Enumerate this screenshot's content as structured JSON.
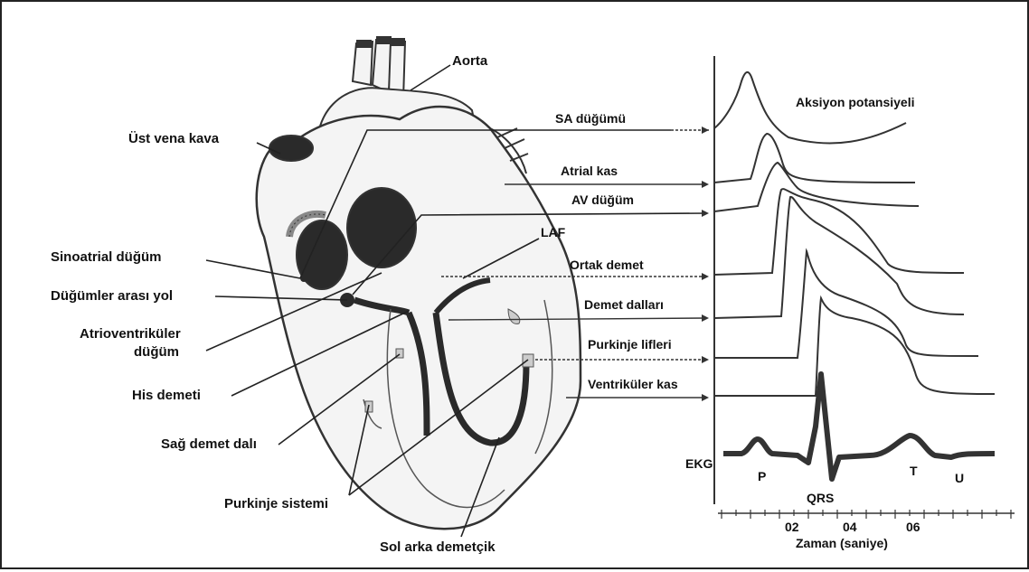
{
  "left_labels": {
    "ust_vena_kava": "Üst vena kava",
    "sinoatrial_dugum": "Sinoatrial düğüm",
    "dugumler_arasi_yol": "Düğümler arası yol",
    "atrioventrikuler_line1": "Atrioventriküler",
    "atrioventrikuler_line2": "düğüm",
    "his_demeti": "His demeti",
    "sag_demet_dali": "Sağ demet dalı",
    "purkinje_sistemi": "Purkinje sistemi",
    "sol_arka_demetcik": "Sol arka demetçik",
    "aorta": "Aorta"
  },
  "right_labels": {
    "sa_dugumu": "SA düğümü",
    "atrial_kas": "Atrial kas",
    "av_dugum": "AV düğüm",
    "laf": "LAF",
    "ortak_demet": "Ortak demet",
    "demet_dallari": "Demet dalları",
    "purkinje_lifleri": "Purkinje lifleri",
    "ventrikuler_kas": "Ventriküler kas",
    "aksiyon_potansiyeli": "Aksiyon potansiyeli"
  },
  "ecg": {
    "label": "EKG",
    "p": "P",
    "qrs": "QRS",
    "t": "T",
    "u": "U"
  },
  "time_axis": {
    "title": "Zaman (saniye)",
    "ticks": [
      "02",
      "04",
      "06"
    ]
  },
  "colors": {
    "line": "#333333",
    "text": "#111111",
    "heart_fill": "#f4f4f4",
    "dark_chamber": "#2a2a2a"
  }
}
